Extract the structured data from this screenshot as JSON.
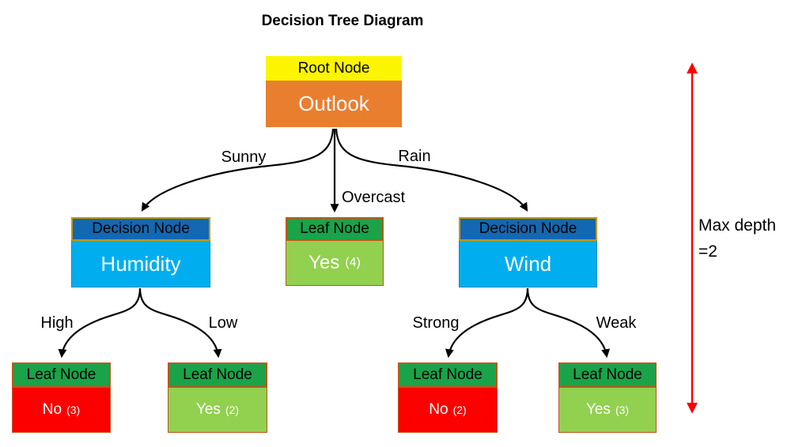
{
  "title": "Decision Tree Diagram",
  "nodes": {
    "root": {
      "header": "Root Node",
      "value": "Outlook"
    },
    "humidity": {
      "header": "Decision Node",
      "value": "Humidity"
    },
    "overcast": {
      "header": "Leaf Node",
      "value": "Yes",
      "count": "(4)"
    },
    "wind": {
      "header": "Decision Node",
      "value": "Wind"
    },
    "high_leaf": {
      "header": "Leaf Node",
      "value": "No",
      "count": "(3)"
    },
    "low_leaf": {
      "header": "Leaf Node",
      "value": "Yes",
      "count": "(2)"
    },
    "strong_leaf": {
      "header": "Leaf Node",
      "value": "No",
      "count": "(2)"
    },
    "weak_leaf": {
      "header": "Leaf Node",
      "value": "Yes",
      "count": "(3)"
    }
  },
  "edge_labels": {
    "sunny": "Sunny",
    "overcast": "Overcast",
    "rain": "Rain",
    "high": "High",
    "low": "Low",
    "strong": "Strong",
    "weak": "Weak"
  },
  "annotation": {
    "line1": "Max depth",
    "line2": "=2"
  },
  "colors": {
    "root_header": "#FCF500",
    "root_body": "#EA7E2F",
    "decision_header": "#1268B1",
    "decision_body": "#00AEEF",
    "decision_border": "#C99700",
    "leaf_header": "#1AA349",
    "leaf_border": "#C0561A",
    "leaf_yes": "#92D050",
    "leaf_no": "#FC0000",
    "edge": "#000000",
    "depth_arrow": "#FF0000",
    "header_text": "#000000",
    "body_text": "#FFFFFF",
    "title_text": "#000000"
  }
}
